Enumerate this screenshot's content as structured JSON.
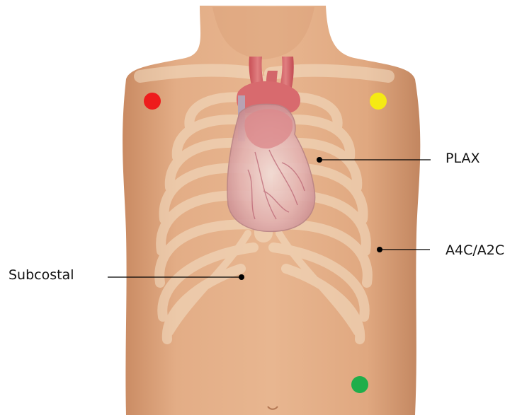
{
  "labels": {
    "plax": "PLAX",
    "a4c_a2c": "A4C/A2C",
    "subcostal": "Subcostal"
  },
  "electrodes": [
    {
      "name": "right-arm-electrode",
      "color": "#ee1c1c"
    },
    {
      "name": "left-arm-electrode",
      "color": "#f5ea14"
    },
    {
      "name": "left-leg-electrode",
      "color": "#1fae4a"
    }
  ],
  "colors": {
    "skin": "#e2aa82",
    "skin_shadow": "#c98d66",
    "ribcage": "#f2dcc0",
    "heart": "#d98c8c",
    "aorta": "#d86a6a",
    "pointer_line": "#000000"
  }
}
